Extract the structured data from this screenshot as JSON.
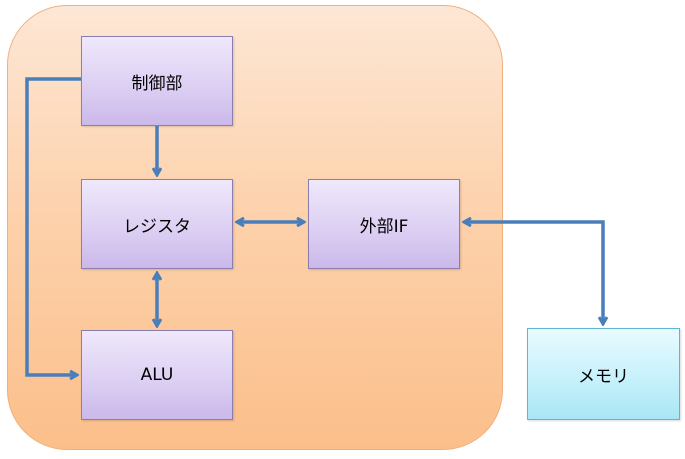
{
  "blocks": {
    "control": "制御部",
    "register": "レジスタ",
    "external_if": "外部IF",
    "alu": "ALU",
    "memory": "メモリ"
  },
  "colors": {
    "arrow": "#4a7ebb",
    "cpu_background": "#fcc89a",
    "block_fill": "#ddd0f3",
    "memory_fill": "#c7f1fb"
  }
}
